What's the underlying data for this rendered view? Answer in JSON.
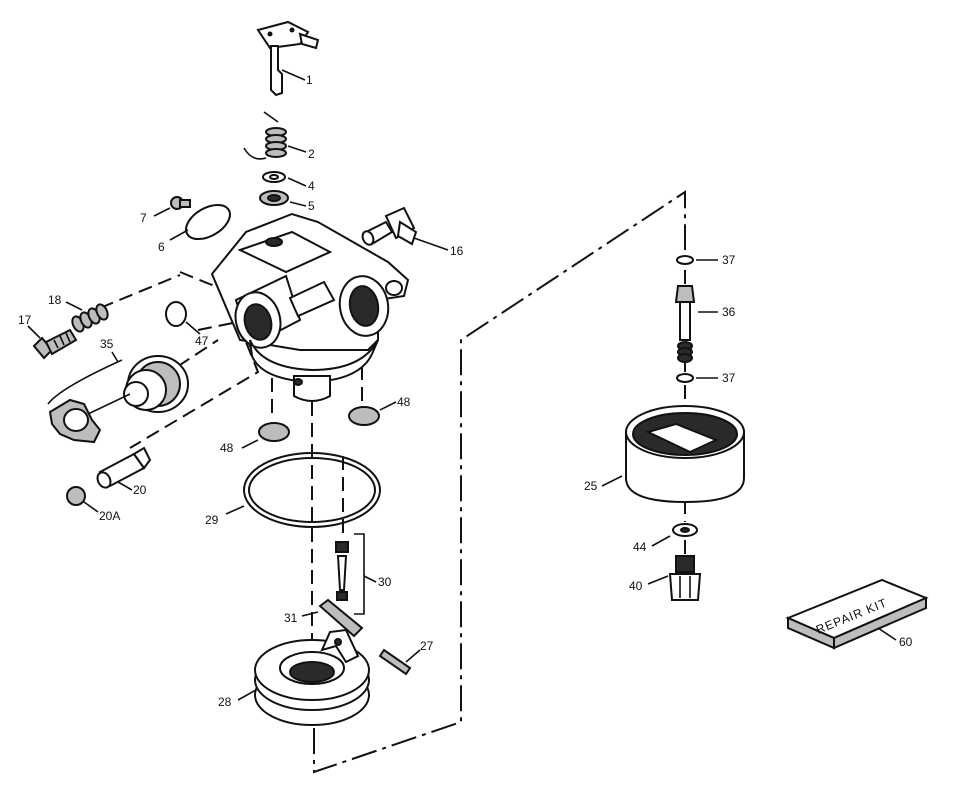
{
  "callouts": {
    "p1": "1",
    "p2": "2",
    "p4": "4",
    "p5": "5",
    "p6": "6",
    "p7": "7",
    "p16": "16",
    "p17": "17",
    "p18": "18",
    "p20": "20",
    "p20a": "20A",
    "p25": "25",
    "p27": "27",
    "p28": "28",
    "p29": "29",
    "p30": "30",
    "p31": "31",
    "p35": "35",
    "p36": "36",
    "p37a": "37",
    "p37b": "37",
    "p40": "40",
    "p44": "44",
    "p47": "47",
    "p48a": "48",
    "p48b": "48",
    "p60": "60"
  },
  "repair_kit": {
    "label": "REPAIR KIT"
  }
}
